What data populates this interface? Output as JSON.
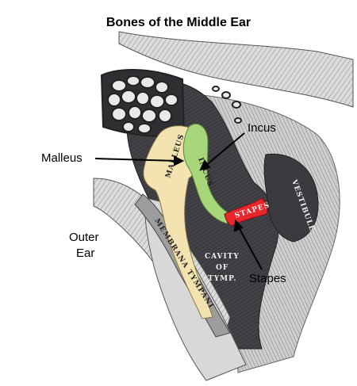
{
  "title": "Bones of the Middle Ear",
  "labels": {
    "malleus": "Malleus",
    "incus": "Incus",
    "stapes": "Stapes",
    "outer_ear_line1": "Outer",
    "outer_ear_line2": "Ear"
  },
  "engraving": {
    "malleus": "MALLEUS",
    "incus": "INCUS",
    "stapes": "STAPES",
    "vestibule": "VESTIBULE",
    "membrana": "MEMBRANA TYMPANI",
    "cavity1": "CAVITY",
    "cavity2": "OF",
    "cavity3": "TYMP."
  },
  "colors": {
    "malleus": "#f3e3b0",
    "incus": "#a8d67a",
    "stapes": "#e8262b",
    "bone_dark": "#3a3a3f",
    "bone_light": "#e0e0e0"
  }
}
